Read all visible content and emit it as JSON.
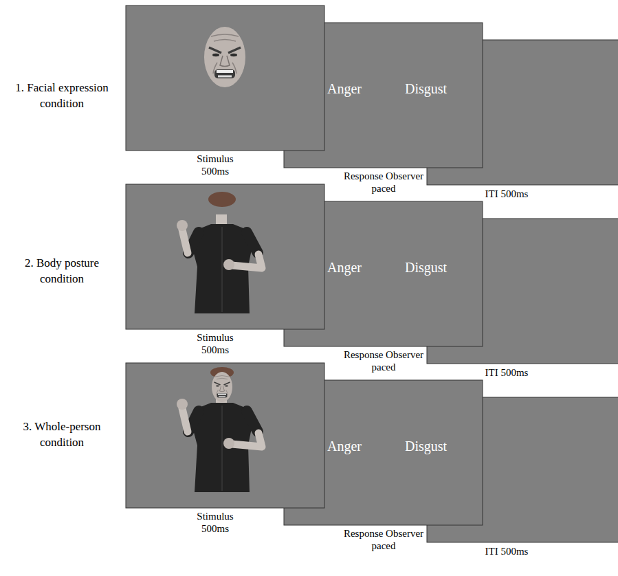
{
  "diagram": {
    "nodes": [
      {
        "text": [
          "Stimulus 500ms"
        ]
      },
      {
        "text": [
          "Anger",
          "Disgust",
          "Response Observer paced"
        ]
      },
      {
        "text": [
          "ITI 500ms"
        ]
      },
      {
        "text": [
          "Stimulus 500ms"
        ]
      },
      {
        "text": [
          "Anger",
          "Disgust",
          "Response Observer paced"
        ]
      },
      {
        "text": [
          "ITI 500ms"
        ]
      },
      {
        "text": [
          "Stimulus 500ms"
        ]
      },
      {
        "text": [
          "Anger",
          "Disgust",
          "Response Observer paced"
        ]
      },
      {
        "text": [
          "ITI 500ms"
        ]
      }
    ],
    "labels": [
      "1. Facial expression condition",
      "2. Body posture condition",
      "3. Whole-person condition"
    ]
  }
}
